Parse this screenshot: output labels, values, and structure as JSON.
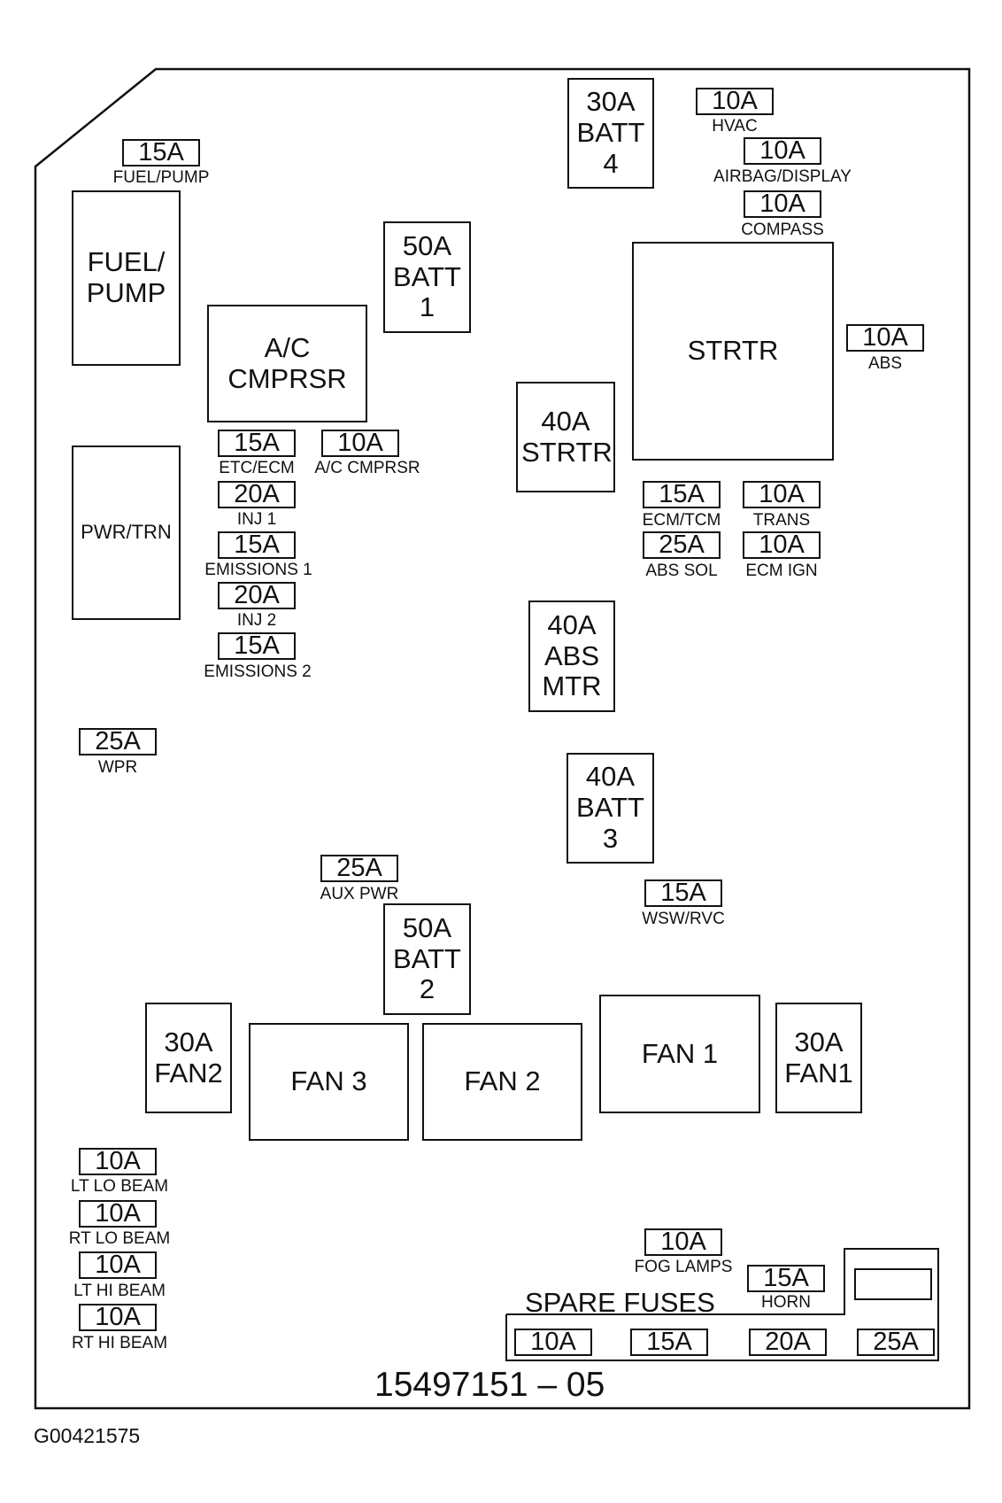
{
  "relays": {
    "fuel_pump": "FUEL/ PUMP",
    "ac_cmprsr": "A/C CMPRSR",
    "pwr_trn": "PWR/TRN",
    "strtr": "STRTR",
    "fan1": "FAN 1",
    "fan2": "FAN 2",
    "fan3": "FAN 3"
  },
  "maxi_fuses": {
    "batt4": "30A BATT 4",
    "batt1": "50A BATT 1",
    "strtr": "40A STRTR",
    "abs_mtr": "40A ABS MTR",
    "batt3": "40A BATT 3",
    "batt2": "50A BATT 2",
    "fan2": "30A FAN2",
    "fan1": "30A FAN1"
  },
  "fuses": [
    {
      "rating": "15A",
      "label": "FUEL/PUMP"
    },
    {
      "rating": "10A",
      "label": "HVAC"
    },
    {
      "rating": "10A",
      "label": "AIRBAG/DISPLAY"
    },
    {
      "rating": "10A",
      "label": "COMPASS"
    },
    {
      "rating": "10A",
      "label": "ABS"
    },
    {
      "rating": "15A",
      "label": "ETC/ECM"
    },
    {
      "rating": "10A",
      "label": "A/C CMPRSR"
    },
    {
      "rating": "20A",
      "label": "INJ 1"
    },
    {
      "rating": "15A",
      "label": "EMISSIONS 1"
    },
    {
      "rating": "20A",
      "label": "INJ 2"
    },
    {
      "rating": "15A",
      "label": "EMISSIONS 2"
    },
    {
      "rating": "15A",
      "label": "ECM/TCM"
    },
    {
      "rating": "10A",
      "label": "TRANS"
    },
    {
      "rating": "25A",
      "label": "ABS SOL"
    },
    {
      "rating": "10A",
      "label": "ECM IGN"
    },
    {
      "rating": "25A",
      "label": "WPR"
    },
    {
      "rating": "25A",
      "label": "AUX PWR"
    },
    {
      "rating": "15A",
      "label": "WSW/RVC"
    },
    {
      "rating": "10A",
      "label": "LT LO BEAM"
    },
    {
      "rating": "10A",
      "label": "RT LO BEAM"
    },
    {
      "rating": "10A",
      "label": "LT HI BEAM"
    },
    {
      "rating": "10A",
      "label": "RT HI BEAM"
    },
    {
      "rating": "10A",
      "label": "FOG LAMPS"
    },
    {
      "rating": "15A",
      "label": "HORN"
    }
  ],
  "spare": {
    "title": "SPARE FUSES",
    "ratings": [
      "10A",
      "15A",
      "20A",
      "25A"
    ]
  },
  "part_number": "15497151 – 05",
  "figure_id": "G00421575"
}
